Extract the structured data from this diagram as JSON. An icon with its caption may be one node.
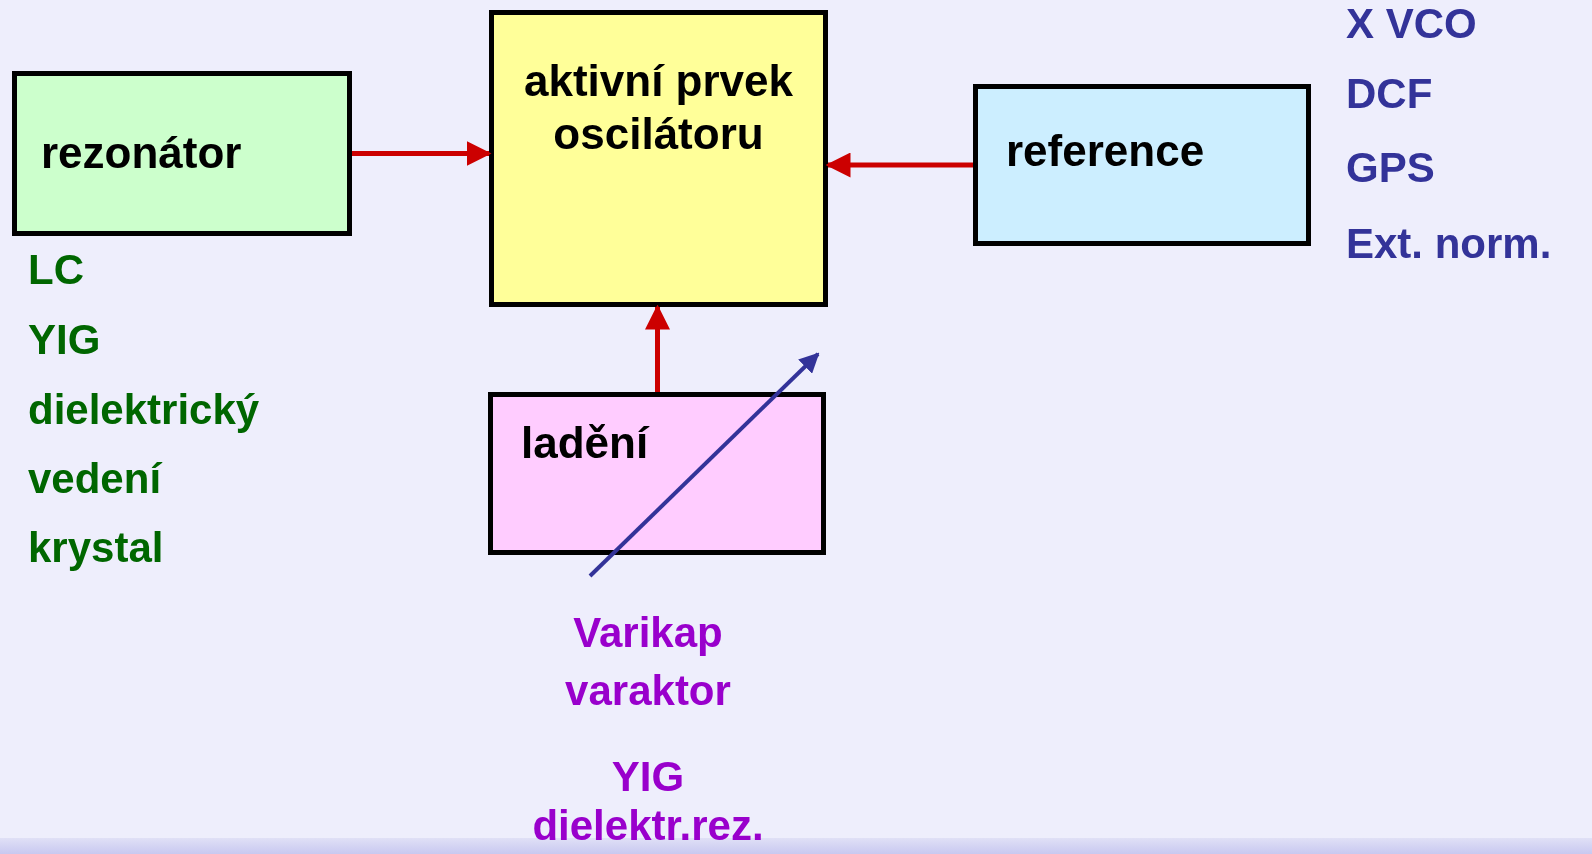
{
  "diagram": {
    "nodes": [
      {
        "text": [
          "rezonátor"
        ]
      },
      {
        "text": [
          "aktivní prvek oscilátoru"
        ]
      },
      {
        "text": [
          "reference"
        ]
      },
      {
        "text": [
          "ladění"
        ]
      }
    ],
    "edges": [
      {
        "from": 0,
        "to": 1,
        "arrow": "to"
      },
      {
        "from": 2,
        "to": 1,
        "arrow": "to"
      },
      {
        "from": 3,
        "to": 1,
        "arrow": "to"
      }
    ],
    "labels": [
      "LC",
      "YIG",
      "dielektrický",
      "vedení",
      "krystal",
      "X VCO",
      "DCF",
      "GPS",
      "Ext. norm.",
      "Varikap varaktor",
      "YIG",
      "dielektr.rez."
    ]
  }
}
